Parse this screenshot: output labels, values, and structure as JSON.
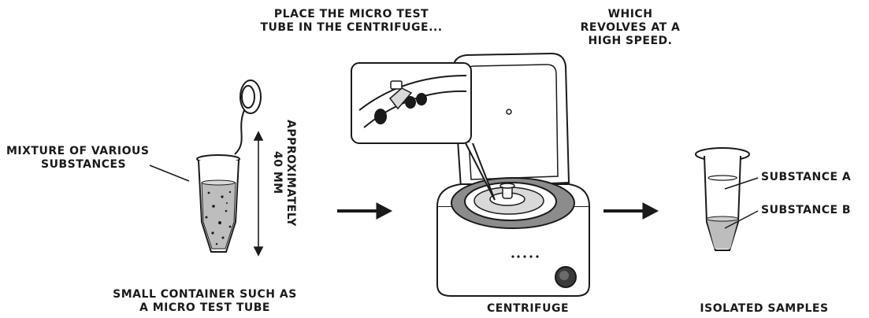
{
  "labels": {
    "place_line1": "PLACE THE MICRO TEST",
    "place_line2": "TUBE IN THE CENTRIFUGE...",
    "which_line1": "WHICH",
    "which_line2": "REVOLVES AT A",
    "which_line3": "HIGH SPEED.",
    "mixture_line1": "MIXTURE OF VARIOUS",
    "mixture_line2": "SUBSTANCES",
    "approx_line1": "APPROXIMATELY",
    "approx_line2": "40 MM",
    "small_line1": "SMALL CONTAINER SUCH AS",
    "small_line2": "A MICRO TEST TUBE",
    "centrifuge": "CENTRIFUGE",
    "isolated": "ISOLATED SAMPLES",
    "substance_a": "SUBSTANCE A",
    "substance_b": "SUBSTANCE B"
  },
  "icons": [
    "micro-test-tube-icon",
    "centrifuge-icon",
    "separated-tube-icon",
    "arrow-right-icon"
  ],
  "colors": {
    "ink": "#1a1a1a",
    "gray_fill": "#8c8c8c",
    "light_fill": "#d9d9d9",
    "mid_fill": "#bdbdbd"
  }
}
